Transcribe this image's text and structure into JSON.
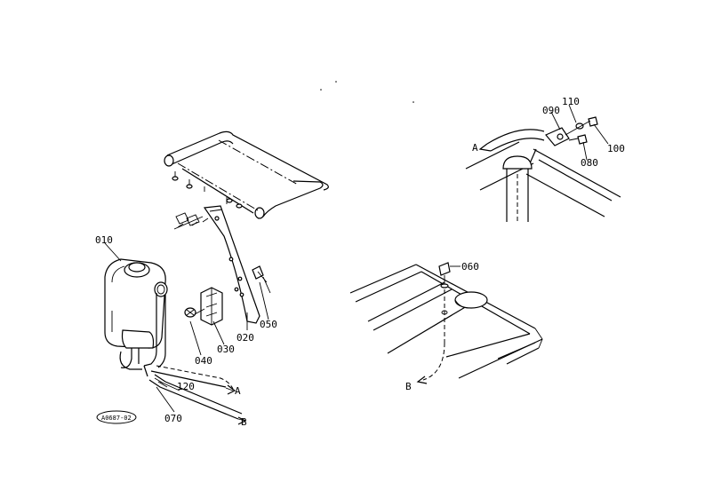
{
  "diagram": {
    "part_labels": {
      "p010": "010",
      "p020": "020",
      "p030": "030",
      "p040": "040",
      "p050": "050",
      "p060": "060",
      "p070": "070",
      "p080": "080",
      "p090": "090",
      "p100": "100",
      "p110": "110",
      "p120": "120"
    },
    "connection_labels": {
      "a_left": "A",
      "b_left": "B",
      "a_right": "A",
      "b_right": "B"
    },
    "stamp": "A0687-02"
  }
}
